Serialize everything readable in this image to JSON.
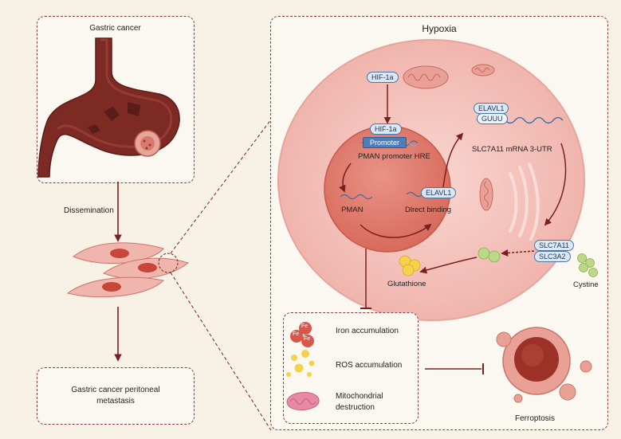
{
  "left_panel": {
    "top_label": "Gastric cancer",
    "dissemination": "Dissemination",
    "bottom_label_1": "Gastric cancer peritoneal",
    "bottom_label_2": "metastasis"
  },
  "right_panel": {
    "title": "Hypoxia",
    "hif_top": "HIF-1a",
    "hif_nucleus": "HIF-1a",
    "promoter": "Promoter",
    "pman_hre": "PMAN promoter HRE",
    "pman": "PMAN",
    "elavl1_nucleus": "ELAVL1",
    "direct_binding": "Dlrect binding",
    "elavl1_mrna": "ELAVL1",
    "guuu": "GUUU",
    "mrna_label": "SLC7A11 mRNA 3-UTR",
    "slc7a11": "SLC7A11",
    "slc3a2": "SLC3A2",
    "glutathione": "Glutathione",
    "cystine": "Cystine",
    "ferroptosis": "Ferroptosis"
  },
  "legend": {
    "iron": "Iron accumulation",
    "ros": "ROS accumulation",
    "mito_1": "Mitochondrial",
    "mito_2": "destruction",
    "fe": "Fe"
  },
  "colors": {
    "background": "#f8f1e6",
    "dashed_border": "#8a3b3b",
    "cell": "#f4c3bd",
    "nucleus": "#e07a6c",
    "arrow": "#7a1f1f",
    "pill_fill": "#dbe9f7",
    "pill_border": "#4c74a6"
  }
}
